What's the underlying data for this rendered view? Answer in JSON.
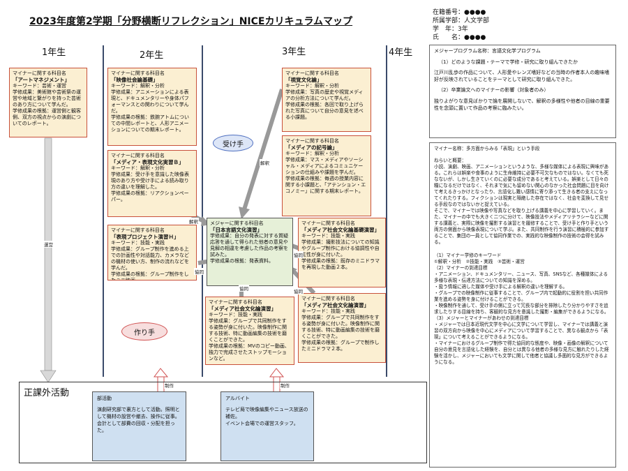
{
  "title": "2023年度第2学期「分野横断リフレクション」NICEカリキュラムマップ",
  "student_info": [
    "在籍番号：●●●●",
    "所属学部：人文学部",
    "学　年：3年",
    "氏　　名：●●●●"
  ],
  "years": [
    "1年生",
    "2年生",
    "3年生",
    "4年生"
  ],
  "cards": {
    "y1": {
      "cat": "マイナーに関する科目名",
      "subject": "「アートマネジメント」",
      "body": "キーワード：芸術・運営\n学修成果：美術館や芸術祭の運営や地域と繋がりを持った芸術のあり方について学んだ。\n学修成果の根拠：運営側と観客側、双方の視点からの演劇についてのレポート。"
    },
    "y2a": {
      "cat": "マイナーに関する科目名",
      "subject": "「映像社会論基礎」",
      "body": "キーワード：解釈・分析\n学修成果：アニメーションによる表現と、ドキュメンタリーや身体パフォーマンスとの関わりについて学んだ。\n学修成果の根拠：鉄腕アトムについての中間レポートと、人形アニメーションについての期末レポート。"
    },
    "y2b": {
      "cat": "マイナーに関する科目名",
      "subject": "「メディア・表現文化実習Ｂ」",
      "body": "キーワード：解釈・分析\n学修成果：受け手を意識した映像表現のあり方や受け手による読み取り方の違いを理解した。\n学修成果の根拠：リアクションペーパー。"
    },
    "y2c": {
      "cat": "マイナーに関する科目名",
      "subject": "「表現プロジェクト演習Ｈ」",
      "body": "キーワード：技能・実践\n学修成果：グループ制作を進める上での計画性や対話能力、カメラなどの機材の使い方、制作の流れなどを学んだ。\n学修成果の根拠：グループ制作をしたミニ映画。"
    },
    "y3a": {
      "cat": "マイナーに関する科目名",
      "subject": "「視覚文化論」",
      "body": "キーワード：解釈・分析\n学修成果：写真の歴史や視覚メディアの分析方法について学んだ。\n学修成果の根拠：各回で取り上げられた写真について自分の意見を述べる小課題。"
    },
    "y3b": {
      "cat": "マイナーに関する科目名",
      "subject": "「メディアの記号論」",
      "body": "キーワード：解釈・分析\n学修成果：マス・メディアやソーシャル・メディアによるコミュニケーションの仕組みや課題を学んだ。\n学修成果の根拠：毎週の授業内容に関する小課題と、「アテンション・エコノミー」に関する期末レポート。"
    },
    "major": {
      "cat": "メジャーに関する科目名",
      "subject": "「日本言語文化演習」",
      "body": "学修成果：自分の発表に対する質疑応答を通して得られた他者の意見や見解の相違を考慮した作品の考察を試みた。\n学修成果の根拠：発表資料。"
    },
    "y3c": {
      "cat": "マイナーに関する科目名",
      "subject": "「メディア社会文化論基礎演習」",
      "body": "キーワード：技能・実践\n学修成果：撮影技法についての知識やグループ制作における協調性や自主性が身に付いた。\n学修成果の根拠：既存のミニドラマを再現した動画２本。"
    },
    "y3d": {
      "cat": "マイナーに関する科目名",
      "subject": "「メディア社会文化論演習」",
      "body": "キーワード：技能・実践\n学修成果：グループで共同制作をする姿勢が身に付いた。映像制作に関する技術、特に動画編集の技術を磨くことができた。\n学修成果の根拠：MVのコピー動画、独力で完成させたストップモーションなど。"
    },
    "y3e": {
      "cat": "マイナーに関する科目名",
      "subject": "「メディア社会文化論演習」",
      "body": "キーワード：技能・実践\n学修成果：グループで共同制作をする姿勢が身に付いた。映像制作に関する技術、特に動画編集の技術を磨くことができた。\n学修成果の根拠：グループで制作したミニドラマ２本。"
    }
  },
  "labels": {
    "uketete": "受け手",
    "tsukurite": "作り手",
    "unei": "運営",
    "kaishaku1": "解釈",
    "kaishaku2": "解釈",
    "kyodo1": "協同",
    "kyodo2": "協同",
    "kyodo3": "協同",
    "kyodo4": "協同",
    "seisaku1": "制作",
    "seisaku2": "制作"
  },
  "extracurricular": {
    "heading": "正課外活動",
    "club": {
      "title": "部活動",
      "body": "演劇研究部で裏方として活動。照明として機材の設営や撤去、操作に従事。会計として部費の回収・分配を担った。"
    },
    "job": {
      "title": "アルバイト",
      "body": "テレビ局で映像編集やニュース放送の補佐。\nイベント会場での運営スタッフ。"
    }
  },
  "right_top": {
    "heading": "メジャープログラム名称：言語文化学プログラム",
    "q1": "（1）どのような課題・テーマで学修・研究に取り組んできたか",
    "a1": "江戸川乱歩の作品について、人形愛やレンズ嗜好などの当時の作者本人の趣味嗜好が反映されていることをテーマとして研究に取り組んできた。",
    "q2": "（2）卒業論文へのマイナーの影響（対象者のみ）",
    "a2": "独りよがりな意見ばかりで論を展開しないで、解釈の多様性や他者の目線の重要性を念頭に置いて作品の考察に臨みたい。"
  },
  "right_bottom": {
    "heading": "マイナー名称：多方面からみる「表現」という手段",
    "sub": "ねらいと概要：",
    "p1": "小説、演劇、映画、アニメーションというような、多様な媒体による表現に興味がある。これらは娯楽や食事のように生命維持に必要不可欠なものではない。なくても死なないが、しかし生きていくのに必要な成分であると考えている。娯楽として日々の糧になるだけではなく、それまで気にも留めない関心のなかった社会問題に目を向けて考えるきっかけとなったり、言語化し難い感情に寄り添って生きる者の支えになってくれたりする。フィクションは現実と隔絶した存在ではなく、社会を変換して見せる手段なのではないかと捉えている。",
    "p2": "そこで、マイナーでは映像や写真などを取り上げる講義を中心に学習していく。また、マイナーの中でも大きく二つに分けて、映像技法やメディアリテラシーなどに関する講義と、実際に映像を撮影する演習とを履修することで、受け手と作り手という両方の側面から映像表現について学ぶ。また、共同制作を行う演習に積極的に参加することで、集団の一員として協同作業での、実践的な映像制作の技術の会得を試みる。",
    "list": [
      "（1）マイナー学修のキーワード",
      "①解釈・分析　②技能・実践　③芸術・運営",
      "（2）マイナーの到達目標",
      "・アニメーション、ドキュメンタリー、ニュース、写真、SNSなど、各種媒体による多様な表現・伝達方法についての知識を深める。",
      "・扱う情報に適した媒体や受け手による解釈の違いを理解する。",
      "・グループでの映像制作に従事することで、グループ内で起動的に役割を担い共同作業を進める姿勢を身に付けることができる。",
      "・映像制作を通して、受け手の側に立って冗長な部分を排除したり分かりやすさを追求したりする目線を持ち、客観的な見方を意識した撮影・編集ができるようになる。",
      "（3）メジャーとマイナーがあわせの到達目標",
      "・メジャーでは日本近現代文学を中心に文学について学習し、マイナーでは講義と演習の双方向から映像を中心にメディアについて学習することで、異なる観点から「表現」について考えることができるようになる。",
      "・マイナーにおけるグループ制作で得た協同的な態度や、映像・画像の解釈について自分の意見を言語化した経験を、自分とは異なる他者の多様な見方に触れたりした経験を活かし、メジャーにおいても文学に関して他者と協議し多面的な見方ができるようになる。"
    ]
  }
}
